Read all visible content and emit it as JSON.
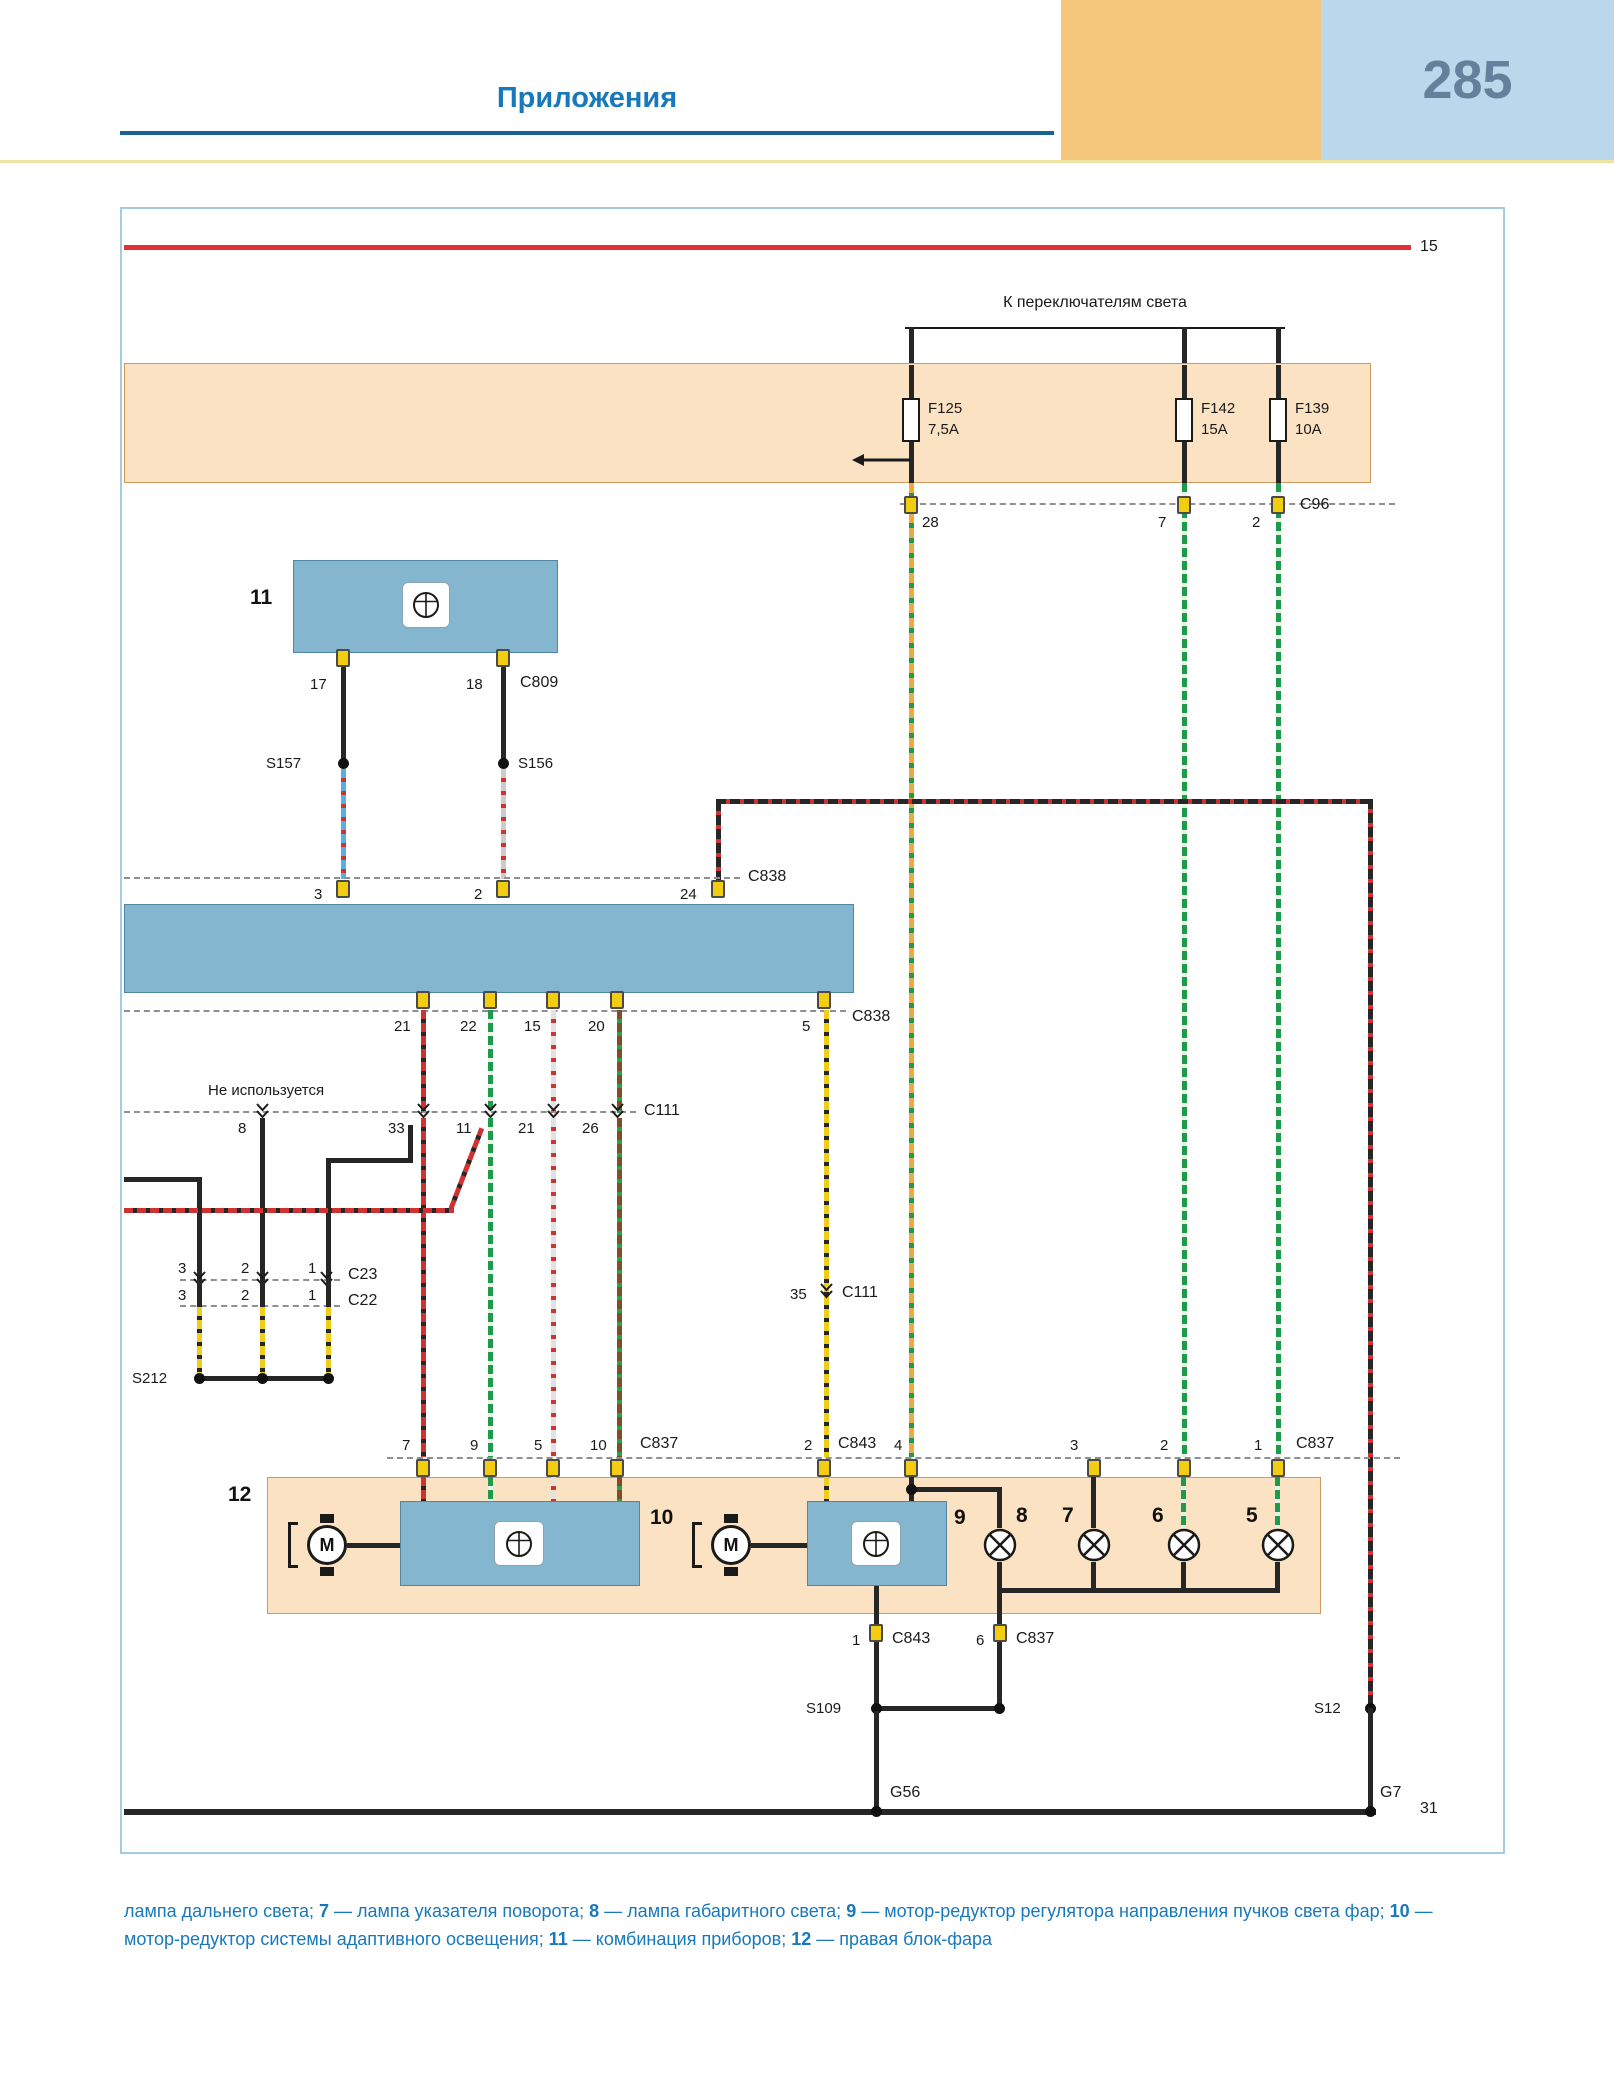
{
  "header": {
    "title": "Приложения",
    "page_number": "285"
  },
  "diagram": {
    "circuit_top": "15",
    "circuit_bottom": "31",
    "to_light_switches": "К переключателям света",
    "not_used": "Не используется",
    "fuses": [
      {
        "name": "F125",
        "rating": "7,5А"
      },
      {
        "name": "F142",
        "rating": "15А"
      },
      {
        "name": "F139",
        "rating": "10А"
      }
    ],
    "c96": {
      "label": "C96",
      "pins": [
        "28",
        "7",
        "2"
      ]
    },
    "comp11": {
      "number": "11",
      "pin_left": "17",
      "pin_right": "18",
      "connector": "C809"
    },
    "s157": "S157",
    "s156": "S156",
    "s212": "S212",
    "s109": "S109",
    "s12": "S12",
    "g56": "G56",
    "g7": "G7",
    "c838_top": {
      "label": "C838",
      "pins": [
        "3",
        "2",
        "24"
      ]
    },
    "c838_bottom": {
      "label": "C838",
      "pins": [
        "21",
        "22",
        "15",
        "20",
        "5"
      ]
    },
    "c111": {
      "label": "C111",
      "pins": [
        "8",
        "33",
        "11",
        "21",
        "26"
      ]
    },
    "c111_35": {
      "label": "C111",
      "pin": "35"
    },
    "c23": {
      "label": "C23",
      "pins": [
        "3",
        "2",
        "1"
      ]
    },
    "c22": {
      "label": "C22",
      "pins": [
        "3",
        "2",
        "1"
      ]
    },
    "c837_left": {
      "label": "C837",
      "pins": [
        "7",
        "9",
        "5",
        "10"
      ]
    },
    "c843_top": {
      "label": "C843",
      "pin": "2"
    },
    "c837_right": {
      "label": "C837",
      "pins": [
        "4",
        "3",
        "2",
        "1"
      ]
    },
    "c843_bottom": {
      "label": "C843",
      "pin": "1"
    },
    "c837_bottom": {
      "label": "C837",
      "pin": "6"
    },
    "comp12_number": "12",
    "comp10_number": "10",
    "comp9_number": "9",
    "lamp8_number": "8",
    "lamp7_number": "7",
    "lamp6_number": "6",
    "lamp5_number": "5",
    "motor_label": "M"
  },
  "caption": {
    "segments": [
      {
        "text": "лампа дальнего света; ",
        "bold": false
      },
      {
        "text": "7",
        "bold": true
      },
      {
        "text": " — лампа указателя поворота; ",
        "bold": false
      },
      {
        "text": "8",
        "bold": true
      },
      {
        "text": " — лампа габаритного света; ",
        "bold": false
      },
      {
        "text": "9",
        "bold": true
      },
      {
        "text": " — мотор-редуктор регулятора направления пучков света фар; ",
        "bold": false
      },
      {
        "text": "10",
        "bold": true
      },
      {
        "text": " — мотор-редуктор системы адаптивного освещения; ",
        "bold": false
      },
      {
        "text": "11",
        "bold": true
      },
      {
        "text": " — комбинация приборов; ",
        "bold": false
      },
      {
        "text": "12",
        "bold": true
      },
      {
        "text": " — правая блок-фара",
        "bold": false
      }
    ]
  },
  "palette": {
    "accent_blue": "#1878bc",
    "band_fill": "#fbe2c2",
    "component_fill": "#85b6d0",
    "power_red": "#e03232"
  }
}
